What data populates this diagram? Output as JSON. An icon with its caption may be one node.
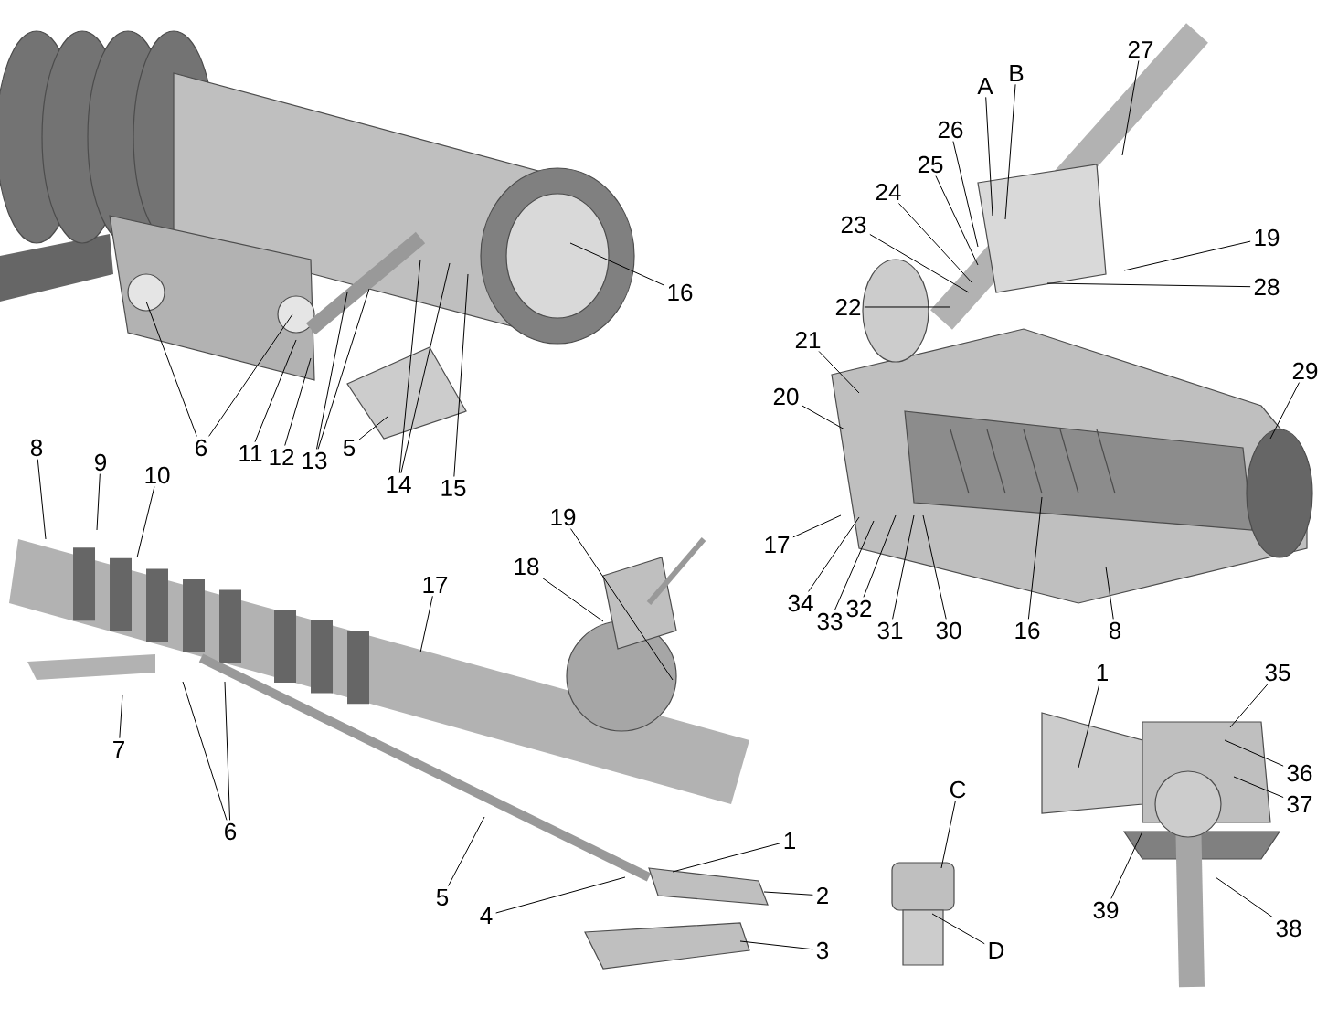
{
  "diagram": {
    "nodes": [
      {
        "text": [
          "6"
        ]
      },
      {
        "text": [
          "11"
        ]
      },
      {
        "text": [
          "12"
        ]
      },
      {
        "text": [
          "13"
        ]
      },
      {
        "text": [
          "5"
        ]
      },
      {
        "text": [
          "14"
        ]
      },
      {
        "text": [
          "15"
        ]
      },
      {
        "text": [
          "16"
        ]
      },
      {
        "text": [
          "A"
        ]
      },
      {
        "text": [
          "B"
        ]
      },
      {
        "text": [
          "27"
        ]
      },
      {
        "text": [
          "26"
        ]
      },
      {
        "text": [
          "25"
        ]
      },
      {
        "text": [
          "24"
        ]
      },
      {
        "text": [
          "23"
        ]
      },
      {
        "text": [
          "19"
        ]
      },
      {
        "text": [
          "28"
        ]
      },
      {
        "text": [
          "22"
        ]
      },
      {
        "text": [
          "21"
        ]
      },
      {
        "text": [
          "20"
        ]
      },
      {
        "text": [
          "29"
        ]
      },
      {
        "text": [
          "17"
        ]
      },
      {
        "text": [
          "34"
        ]
      },
      {
        "text": [
          "33"
        ]
      },
      {
        "text": [
          "32"
        ]
      },
      {
        "text": [
          "31"
        ]
      },
      {
        "text": [
          "30"
        ]
      },
      {
        "text": [
          "16"
        ]
      },
      {
        "text": [
          "8"
        ]
      },
      {
        "text": [
          "8"
        ]
      },
      {
        "text": [
          "9"
        ]
      },
      {
        "text": [
          "10"
        ]
      },
      {
        "text": [
          "7"
        ]
      },
      {
        "text": [
          "6"
        ]
      },
      {
        "text": [
          "17"
        ]
      },
      {
        "text": [
          "18"
        ]
      },
      {
        "text": [
          "19"
        ]
      },
      {
        "text": [
          "5"
        ]
      },
      {
        "text": [
          "4"
        ]
      },
      {
        "text": [
          "1"
        ]
      },
      {
        "text": [
          "2"
        ]
      },
      {
        "text": [
          "3"
        ]
      },
      {
        "text": [
          "C"
        ]
      },
      {
        "text": [
          "D"
        ]
      },
      {
        "text": [
          "1"
        ]
      },
      {
        "text": [
          "35"
        ]
      },
      {
        "text": [
          "36"
        ]
      },
      {
        "text": [
          "37"
        ]
      },
      {
        "text": [
          "39"
        ]
      },
      {
        "text": [
          "38"
        ]
      }
    ],
    "edges": [
      {
        "from": 0,
        "to": null,
        "arrow": "none"
      },
      {
        "from": 0,
        "to": null,
        "arrow": "none"
      },
      {
        "from": 1,
        "to": null,
        "arrow": "none"
      },
      {
        "from": 2,
        "to": null,
        "arrow": "none"
      },
      {
        "from": 3,
        "to": null,
        "arrow": "none"
      },
      {
        "from": 3,
        "to": null,
        "arrow": "none"
      },
      {
        "from": 4,
        "to": null,
        "arrow": "none"
      },
      {
        "from": 5,
        "to": null,
        "arrow": "none"
      },
      {
        "from": 5,
        "to": null,
        "arrow": "none"
      },
      {
        "from": 6,
        "to": null,
        "arrow": "none"
      },
      {
        "from": 7,
        "to": null,
        "arrow": "none"
      },
      {
        "from": 8,
        "to": null,
        "arrow": "none"
      },
      {
        "from": 9,
        "to": null,
        "arrow": "none"
      },
      {
        "from": 10,
        "to": null,
        "arrow": "none"
      },
      {
        "from": 11,
        "to": null,
        "arrow": "none"
      },
      {
        "from": 12,
        "to": null,
        "arrow": "none"
      },
      {
        "from": 13,
        "to": null,
        "arrow": "none"
      },
      {
        "from": 14,
        "to": null,
        "arrow": "none"
      },
      {
        "from": 15,
        "to": null,
        "arrow": "none"
      },
      {
        "from": 16,
        "to": null,
        "arrow": "none"
      },
      {
        "from": 17,
        "to": null,
        "arrow": "none"
      },
      {
        "from": 18,
        "to": null,
        "arrow": "none"
      },
      {
        "from": 19,
        "to": null,
        "arrow": "none"
      },
      {
        "from": 20,
        "to": null,
        "arrow": "none"
      },
      {
        "from": 21,
        "to": null,
        "arrow": "none"
      },
      {
        "from": 22,
        "to": null,
        "arrow": "none"
      },
      {
        "from": 23,
        "to": null,
        "arrow": "none"
      },
      {
        "from": 24,
        "to": null,
        "arrow": "none"
      },
      {
        "from": 25,
        "to": null,
        "arrow": "none"
      },
      {
        "from": 26,
        "to": null,
        "arrow": "none"
      },
      {
        "from": 27,
        "to": null,
        "arrow": "none"
      },
      {
        "from": 28,
        "to": null,
        "arrow": "none"
      },
      {
        "from": 29,
        "to": null,
        "arrow": "none"
      },
      {
        "from": 30,
        "to": null,
        "arrow": "none"
      },
      {
        "from": 31,
        "to": null,
        "arrow": "none"
      },
      {
        "from": 32,
        "to": null,
        "arrow": "none"
      },
      {
        "from": 33,
        "to": null,
        "arrow": "none"
      },
      {
        "from": 33,
        "to": null,
        "arrow": "none"
      },
      {
        "from": 34,
        "to": null,
        "arrow": "none"
      },
      {
        "from": 35,
        "to": null,
        "arrow": "none"
      },
      {
        "from": 36,
        "to": null,
        "arrow": "none"
      },
      {
        "from": 37,
        "to": null,
        "arrow": "none"
      },
      {
        "from": 38,
        "to": null,
        "arrow": "none"
      },
      {
        "from": 39,
        "to": null,
        "arrow": "none"
      },
      {
        "from": 40,
        "to": null,
        "arrow": "none"
      },
      {
        "from": 41,
        "to": null,
        "arrow": "none"
      },
      {
        "from": 42,
        "to": null,
        "arrow": "none"
      },
      {
        "from": 43,
        "to": null,
        "arrow": "none"
      },
      {
        "from": 44,
        "to": null,
        "arrow": "none"
      },
      {
        "from": 45,
        "to": null,
        "arrow": "none"
      },
      {
        "from": 46,
        "to": null,
        "arrow": "none"
      },
      {
        "from": 47,
        "to": null,
        "arrow": "none"
      },
      {
        "from": 48,
        "to": null,
        "arrow": "none"
      },
      {
        "from": 49,
        "to": null,
        "arrow": "none"
      }
    ]
  }
}
